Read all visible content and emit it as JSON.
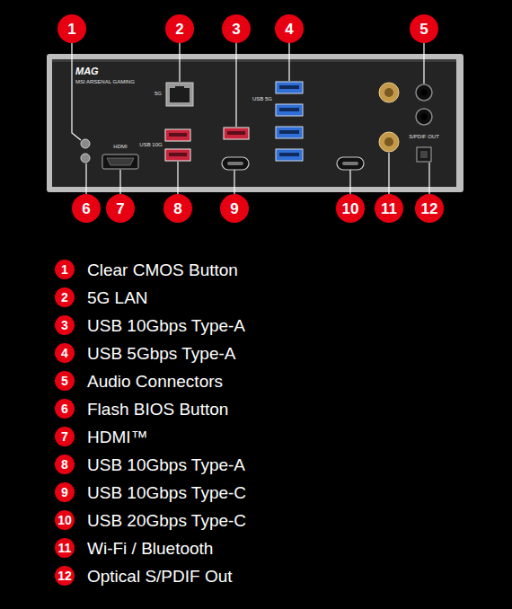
{
  "diagram": {
    "labels": [
      "1",
      "2",
      "3",
      "4",
      "5",
      "6",
      "7",
      "8",
      "9",
      "10",
      "11",
      "12",
      "MAG",
      "MSI ARSENAL GAMING",
      "5G",
      "HDMI",
      "USB 10G",
      "USB 5G",
      "S/PDIF OUT",
      "1",
      "2",
      "3",
      "4",
      "5",
      "6",
      "7",
      "8",
      "9",
      "10",
      "11",
      "12"
    ],
    "legend": [
      {
        "text": "Clear CMOS Button"
      },
      {
        "text": "5G LAN"
      },
      {
        "text": "USB 10Gbps Type-A"
      },
      {
        "text": "USB 5Gbps Type-A"
      },
      {
        "text": "Audio Connectors"
      },
      {
        "text": "Flash BIOS Button"
      },
      {
        "text": "HDMI™"
      },
      {
        "text": "USB 10Gbps Type-A"
      },
      {
        "text": "USB 10Gbps Type-C"
      },
      {
        "text": "USB 20Gbps Type-C"
      },
      {
        "text": "Wi-Fi / Bluetooth"
      },
      {
        "text": "Optical S/PDIF Out"
      }
    ]
  }
}
